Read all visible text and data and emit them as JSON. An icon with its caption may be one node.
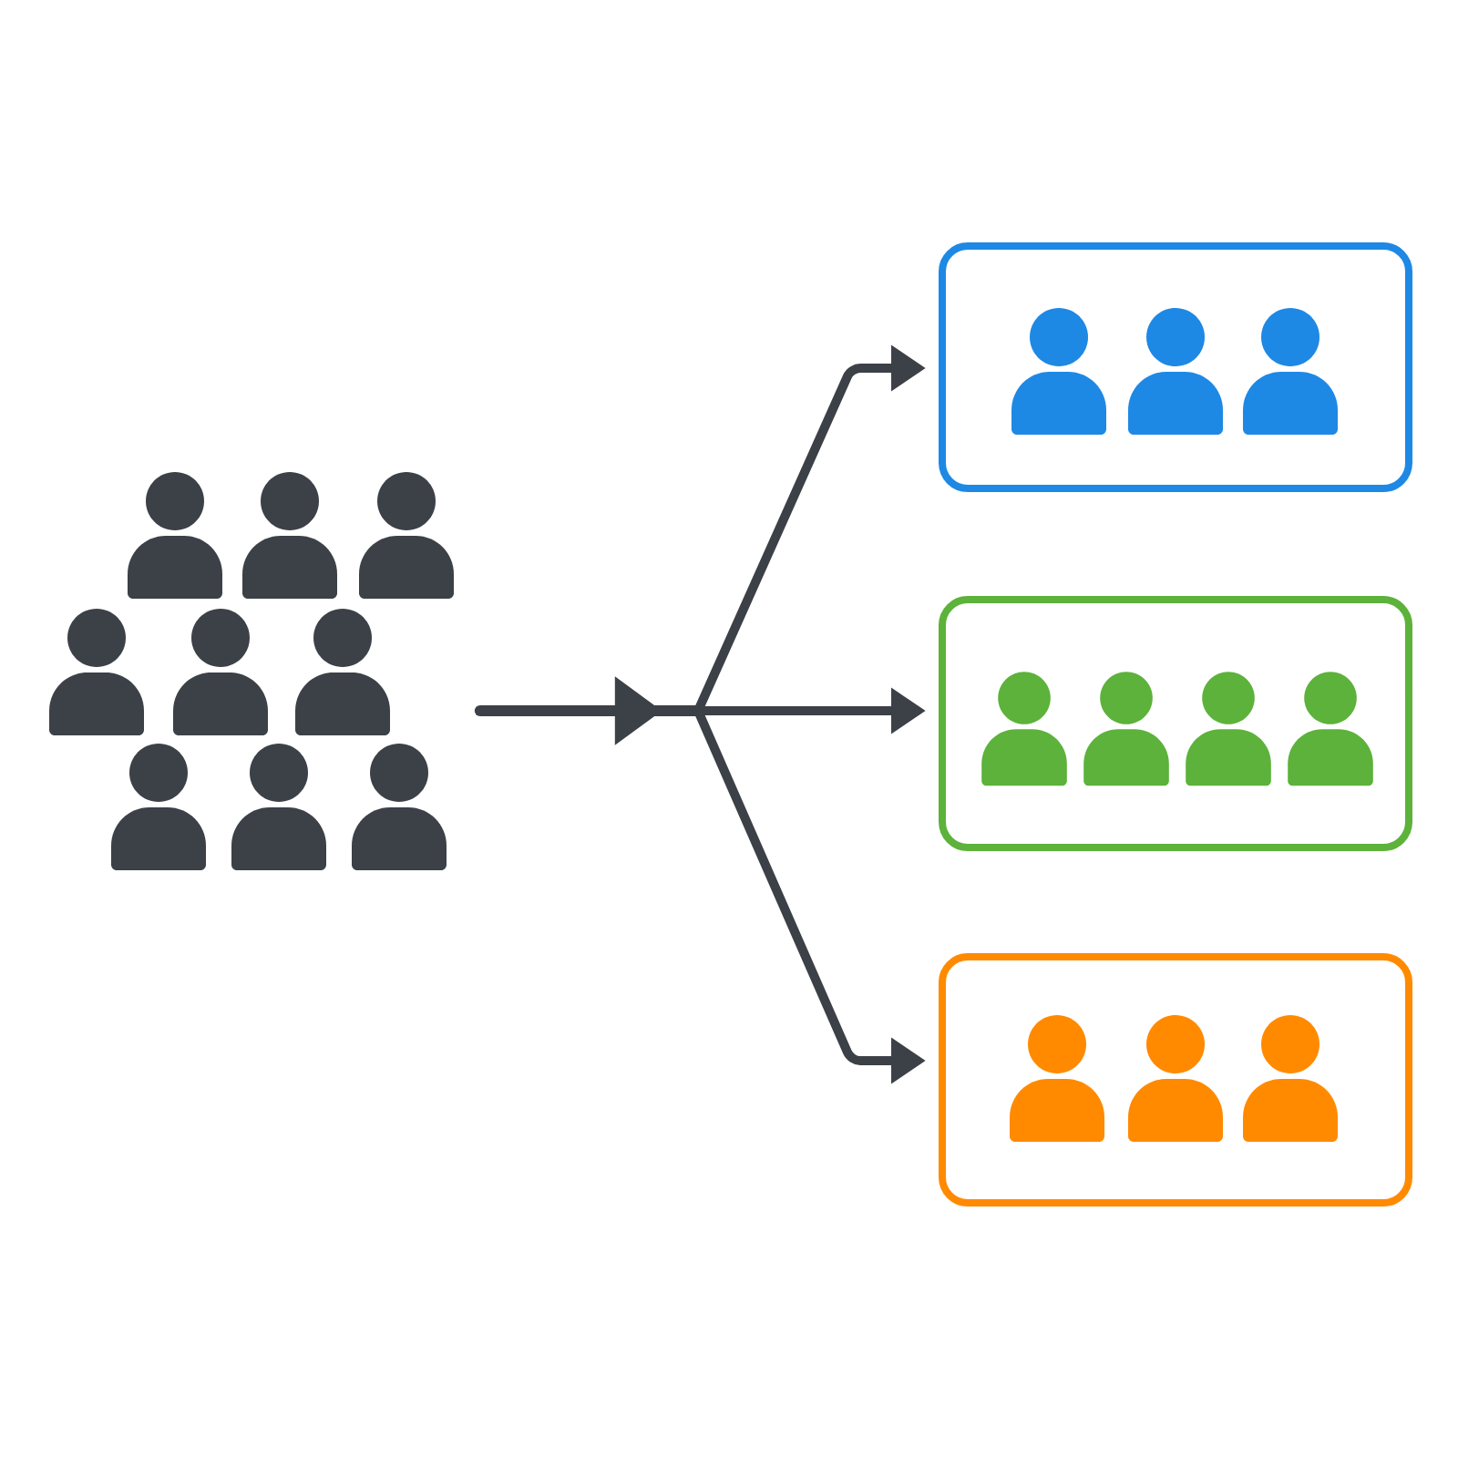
{
  "diagram": {
    "nodes": [
      {
        "text": [],
        "shape": "picture"
      },
      {
        "text": [],
        "shape": "person",
        "in": 0
      },
      {
        "text": [],
        "shape": "person",
        "in": 0
      },
      {
        "text": [],
        "shape": "person",
        "in": 0
      },
      {
        "text": [],
        "shape": "person",
        "in": 0
      },
      {
        "text": [],
        "shape": "person",
        "in": 0
      },
      {
        "text": [],
        "shape": "person",
        "in": 0
      },
      {
        "text": [],
        "shape": "person",
        "in": 0
      },
      {
        "text": [],
        "shape": "person",
        "in": 0
      },
      {
        "text": [],
        "shape": "person",
        "in": 0
      },
      {
        "text": [],
        "shape": "box"
      },
      {
        "text": [],
        "shape": "person",
        "in": 10
      },
      {
        "text": [],
        "shape": "person",
        "in": 10
      },
      {
        "text": [],
        "shape": "person",
        "in": 10
      },
      {
        "text": [],
        "shape": "box"
      },
      {
        "text": [],
        "shape": "person",
        "in": 14
      },
      {
        "text": [],
        "shape": "person",
        "in": 14
      },
      {
        "text": [],
        "shape": "person",
        "in": 14
      },
      {
        "text": [],
        "shape": "person",
        "in": 14
      },
      {
        "text": [],
        "shape": "box"
      },
      {
        "text": [],
        "shape": "person",
        "in": 19
      },
      {
        "text": [],
        "shape": "person",
        "in": 19
      },
      {
        "text": [],
        "shape": "person",
        "in": 19
      }
    ],
    "edges": [
      {
        "from": 0,
        "to": 10,
        "arrow": "to"
      },
      {
        "from": 0,
        "to": 14,
        "arrow": "to"
      },
      {
        "from": 0,
        "to": 19,
        "arrow": "to"
      }
    ]
  }
}
